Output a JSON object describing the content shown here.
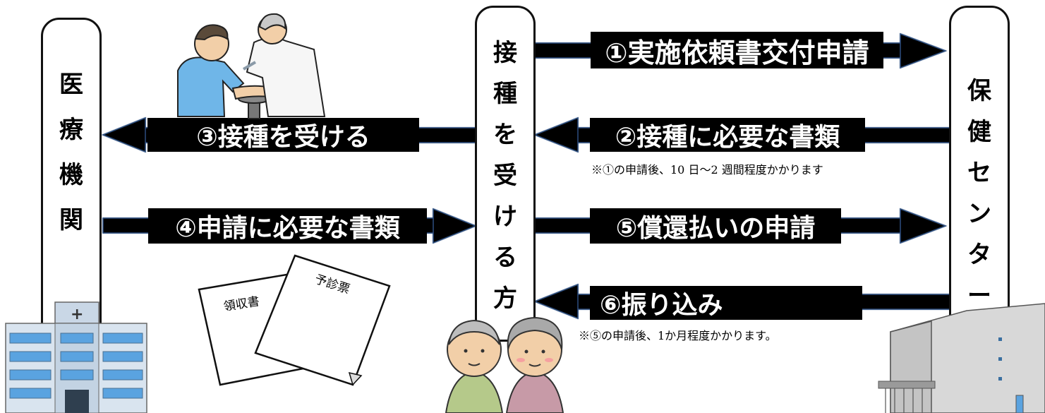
{
  "pillars": {
    "medical": {
      "chars": [
        "医",
        "療",
        "機",
        "関"
      ]
    },
    "recipient": {
      "chars": [
        "接",
        "種",
        "を",
        "受",
        "け",
        "る",
        "方"
      ]
    },
    "health_center": {
      "chars": [
        "保",
        "健",
        "セ",
        "ン",
        "タ",
        "ー"
      ]
    }
  },
  "steps": [
    {
      "label": "①実施依頼書交付申請"
    },
    {
      "label": "②接種に必要な書類"
    },
    {
      "label": "③接種を受ける"
    },
    {
      "label": "④申請に必要な書類"
    },
    {
      "label": "⑤償還払いの申請"
    },
    {
      "label": "⑥振り込み"
    }
  ],
  "notes": {
    "after_step1": "※①の申請後、10 日～2 週間程度かかります",
    "after_step5": "※⑤の申請後、1か月程度かかります。"
  },
  "documents": {
    "receipt": "領収書",
    "questionnaire": "予診票"
  },
  "colors": {
    "band": "#000000",
    "arrow_fill": "#000000",
    "arrow_outline": "#2f4f7f",
    "pillar_border": "#111111"
  }
}
